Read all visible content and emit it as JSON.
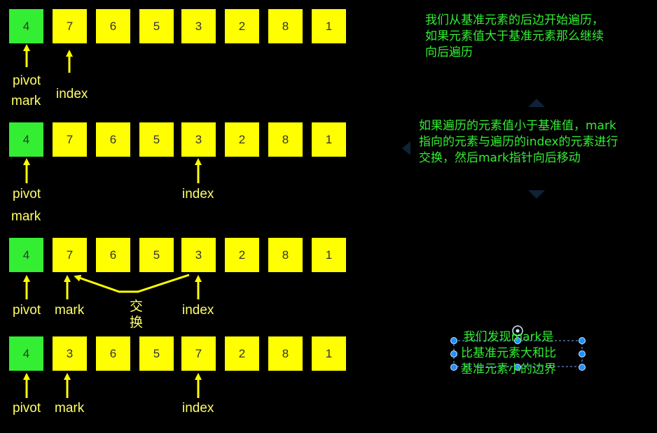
{
  "rows": [
    {
      "values": [
        "4",
        "7",
        "6",
        "5",
        "3",
        "2",
        "8",
        "1"
      ],
      "pivot_label": "pivot",
      "mark_label": "mark",
      "index_label": "index"
    },
    {
      "values": [
        "4",
        "7",
        "6",
        "5",
        "3",
        "2",
        "8",
        "1"
      ],
      "pivot_label": "pivot",
      "mark_label": "mark",
      "index_label": "index"
    },
    {
      "values": [
        "4",
        "7",
        "6",
        "5",
        "3",
        "2",
        "8",
        "1"
      ],
      "pivot_label": "pivot",
      "mark_label": "mark",
      "index_label": "index",
      "swap_label_1": "交",
      "swap_label_2": "换"
    },
    {
      "values": [
        "4",
        "3",
        "6",
        "5",
        "7",
        "2",
        "8",
        "1"
      ],
      "pivot_label": "pivot",
      "mark_label": "mark",
      "index_label": "index"
    }
  ],
  "notes": {
    "note1": [
      "我们从基准元素的后边开始遍历，",
      "如果元素值大于基准元素那么继续",
      "向后遍历"
    ],
    "note2": [
      "如果遍历的元素值小于基准值，mark",
      "指向的元素与遍历的index的元素进行",
      "交换，然后mark指针向后移动"
    ],
    "note3": [
      "我们发现mark是",
      "比基准元素大和比",
      "基准元素小的边界"
    ]
  },
  "colors": {
    "cell": "#ffff00",
    "pivot_cell": "#33ee33",
    "arrow": "#ffff00",
    "note_text": "#33ee33",
    "selection_handle": "#1e90ff",
    "nav_arrow": "#0f2236"
  }
}
